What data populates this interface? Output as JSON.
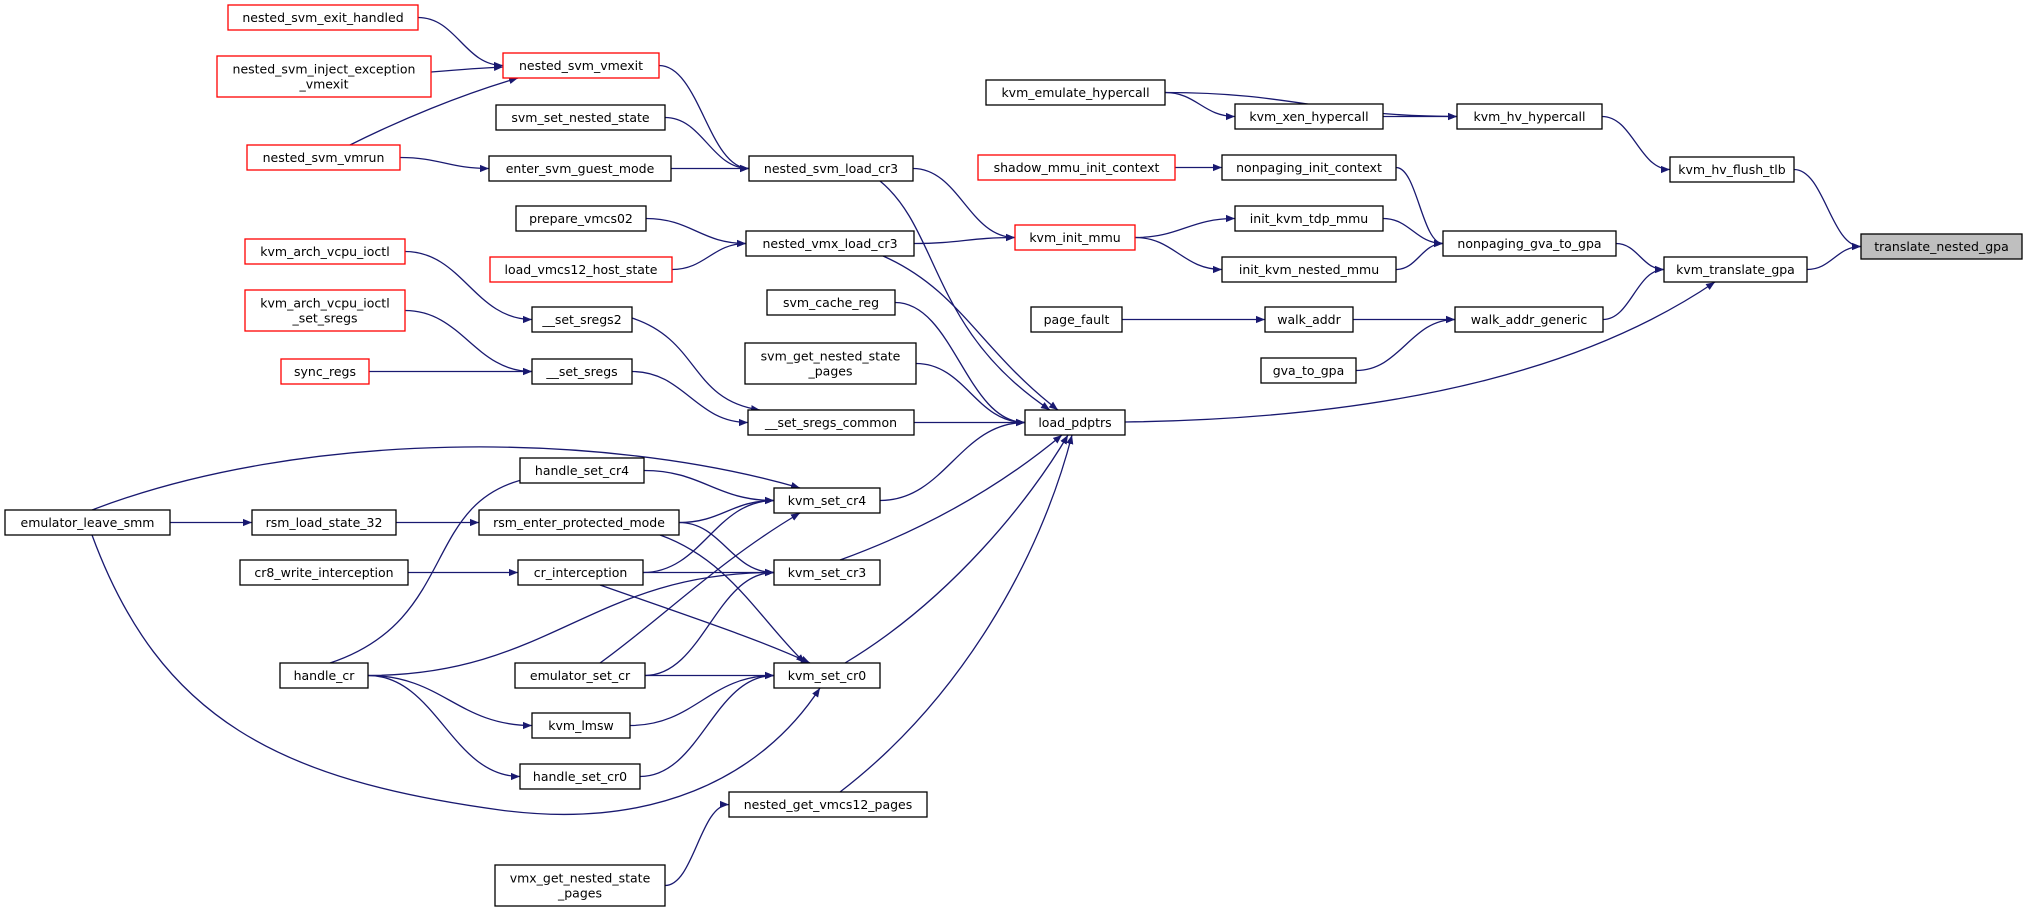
{
  "colors": {
    "edge": "#191970",
    "box_border": "#000000",
    "box_truncated": "#ff0000",
    "focus_fill": "#bfbfbf"
  },
  "nodes": [
    {
      "id": "translate_nested_gpa",
      "lines": [
        "translate_nested_gpa"
      ],
      "style": "focus"
    },
    {
      "id": "kvm_hv_flush_tlb",
      "lines": [
        "kvm_hv_flush_tlb"
      ],
      "style": "normal"
    },
    {
      "id": "kvm_translate_gpa",
      "lines": [
        "kvm_translate_gpa"
      ],
      "style": "normal"
    },
    {
      "id": "kvm_hv_hypercall",
      "lines": [
        "kvm_hv_hypercall"
      ],
      "style": "normal"
    },
    {
      "id": "kvm_emulate_hypercall",
      "lines": [
        "kvm_emulate_hypercall"
      ],
      "style": "normal"
    },
    {
      "id": "kvm_xen_hypercall",
      "lines": [
        "kvm_xen_hypercall"
      ],
      "style": "normal"
    },
    {
      "id": "nonpaging_gva_to_gpa",
      "lines": [
        "nonpaging_gva_to_gpa"
      ],
      "style": "normal"
    },
    {
      "id": "nonpaging_init_context",
      "lines": [
        "nonpaging_init_context"
      ],
      "style": "normal"
    },
    {
      "id": "shadow_mmu_init_context",
      "lines": [
        "shadow_mmu_init_context"
      ],
      "style": "red"
    },
    {
      "id": "init_kvm_tdp_mmu",
      "lines": [
        "init_kvm_tdp_mmu"
      ],
      "style": "normal"
    },
    {
      "id": "init_kvm_nested_mmu",
      "lines": [
        "init_kvm_nested_mmu"
      ],
      "style": "normal"
    },
    {
      "id": "kvm_init_mmu",
      "lines": [
        "kvm_init_mmu"
      ],
      "style": "red"
    },
    {
      "id": "nested_svm_load_cr3",
      "lines": [
        "nested_svm_load_cr3"
      ],
      "style": "normal"
    },
    {
      "id": "nested_vmx_load_cr3",
      "lines": [
        "nested_vmx_load_cr3"
      ],
      "style": "normal"
    },
    {
      "id": "nested_svm_vmexit",
      "lines": [
        "nested_svm_vmexit"
      ],
      "style": "red"
    },
    {
      "id": "nested_svm_exit_handled",
      "lines": [
        "nested_svm_exit_handled"
      ],
      "style": "red"
    },
    {
      "id": "nested_svm_inject_exception_vmexit",
      "lines": [
        "nested_svm_inject_exception",
        "_vmexit"
      ],
      "style": "red"
    },
    {
      "id": "nested_svm_vmrun",
      "lines": [
        "nested_svm_vmrun"
      ],
      "style": "red"
    },
    {
      "id": "svm_set_nested_state",
      "lines": [
        "svm_set_nested_state"
      ],
      "style": "normal"
    },
    {
      "id": "enter_svm_guest_mode",
      "lines": [
        "enter_svm_guest_mode"
      ],
      "style": "normal"
    },
    {
      "id": "prepare_vmcs02",
      "lines": [
        "prepare_vmcs02"
      ],
      "style": "normal"
    },
    {
      "id": "load_vmcs12_host_state",
      "lines": [
        "load_vmcs12_host_state"
      ],
      "style": "red"
    },
    {
      "id": "walk_addr_generic",
      "lines": [
        "walk_addr_generic"
      ],
      "style": "normal"
    },
    {
      "id": "walk_addr",
      "lines": [
        "walk_addr"
      ],
      "style": "normal"
    },
    {
      "id": "page_fault",
      "lines": [
        "page_fault"
      ],
      "style": "normal"
    },
    {
      "id": "gva_to_gpa",
      "lines": [
        "gva_to_gpa"
      ],
      "style": "normal"
    },
    {
      "id": "load_pdptrs",
      "lines": [
        "load_pdptrs"
      ],
      "style": "normal"
    },
    {
      "id": "svm_cache_reg",
      "lines": [
        "svm_cache_reg"
      ],
      "style": "normal"
    },
    {
      "id": "svm_get_nested_state_pages",
      "lines": [
        "svm_get_nested_state",
        "_pages"
      ],
      "style": "normal"
    },
    {
      "id": "__set_sregs_common",
      "lines": [
        "__set_sregs_common"
      ],
      "style": "normal"
    },
    {
      "id": "__set_sregs2",
      "lines": [
        "__set_sregs2"
      ],
      "style": "normal"
    },
    {
      "id": "__set_sregs",
      "lines": [
        "__set_sregs"
      ],
      "style": "normal"
    },
    {
      "id": "kvm_arch_vcpu_ioctl",
      "lines": [
        "kvm_arch_vcpu_ioctl"
      ],
      "style": "red"
    },
    {
      "id": "kvm_arch_vcpu_ioctl_set_sregs",
      "lines": [
        "kvm_arch_vcpu_ioctl",
        "_set_sregs"
      ],
      "style": "red"
    },
    {
      "id": "sync_regs",
      "lines": [
        "sync_regs"
      ],
      "style": "red"
    },
    {
      "id": "kvm_set_cr4",
      "lines": [
        "kvm_set_cr4"
      ],
      "style": "normal"
    },
    {
      "id": "kvm_set_cr3",
      "lines": [
        "kvm_set_cr3"
      ],
      "style": "normal"
    },
    {
      "id": "kvm_set_cr0",
      "lines": [
        "kvm_set_cr0"
      ],
      "style": "normal"
    },
    {
      "id": "handle_set_cr4",
      "lines": [
        "handle_set_cr4"
      ],
      "style": "normal"
    },
    {
      "id": "rsm_enter_protected_mode",
      "lines": [
        "rsm_enter_protected_mode"
      ],
      "style": "normal"
    },
    {
      "id": "cr_interception",
      "lines": [
        "cr_interception"
      ],
      "style": "normal"
    },
    {
      "id": "emulator_set_cr",
      "lines": [
        "emulator_set_cr"
      ],
      "style": "normal"
    },
    {
      "id": "kvm_lmsw",
      "lines": [
        "kvm_lmsw"
      ],
      "style": "normal"
    },
    {
      "id": "handle_set_cr0",
      "lines": [
        "handle_set_cr0"
      ],
      "style": "normal"
    },
    {
      "id": "handle_cr",
      "lines": [
        "handle_cr"
      ],
      "style": "normal"
    },
    {
      "id": "cr8_write_interception",
      "lines": [
        "cr8_write_interception"
      ],
      "style": "normal"
    },
    {
      "id": "rsm_load_state_32",
      "lines": [
        "rsm_load_state_32"
      ],
      "style": "normal"
    },
    {
      "id": "emulator_leave_smm",
      "lines": [
        "emulator_leave_smm"
      ],
      "style": "normal"
    },
    {
      "id": "nested_get_vmcs12_pages",
      "lines": [
        "nested_get_vmcs12_pages"
      ],
      "style": "normal"
    },
    {
      "id": "vmx_get_nested_state_pages",
      "lines": [
        "vmx_get_nested_state",
        "_pages"
      ],
      "style": "normal"
    }
  ],
  "edges": [
    {
      "from": "kvm_hv_flush_tlb",
      "to": "translate_nested_gpa"
    },
    {
      "from": "kvm_translate_gpa",
      "to": "translate_nested_gpa"
    },
    {
      "from": "kvm_hv_hypercall",
      "to": "kvm_hv_flush_tlb"
    },
    {
      "from": "kvm_emulate_hypercall",
      "to": "kvm_hv_hypercall"
    },
    {
      "from": "kvm_xen_hypercall",
      "to": "kvm_hv_hypercall"
    },
    {
      "from": "kvm_emulate_hypercall",
      "to": "kvm_xen_hypercall"
    },
    {
      "from": "nonpaging_gva_to_gpa",
      "to": "kvm_translate_gpa"
    },
    {
      "from": "walk_addr_generic",
      "to": "kvm_translate_gpa"
    },
    {
      "from": "load_pdptrs",
      "to": "kvm_translate_gpa"
    },
    {
      "from": "nonpaging_init_context",
      "to": "nonpaging_gva_to_gpa"
    },
    {
      "from": "init_kvm_tdp_mmu",
      "to": "nonpaging_gva_to_gpa"
    },
    {
      "from": "init_kvm_nested_mmu",
      "to": "nonpaging_gva_to_gpa"
    },
    {
      "from": "shadow_mmu_init_context",
      "to": "nonpaging_init_context"
    },
    {
      "from": "kvm_init_mmu",
      "to": "init_kvm_tdp_mmu"
    },
    {
      "from": "kvm_init_mmu",
      "to": "init_kvm_nested_mmu"
    },
    {
      "from": "nested_svm_load_cr3",
      "to": "kvm_init_mmu"
    },
    {
      "from": "nested_vmx_load_cr3",
      "to": "kvm_init_mmu"
    },
    {
      "from": "nested_svm_vmexit",
      "to": "nested_svm_load_cr3"
    },
    {
      "from": "svm_set_nested_state",
      "to": "nested_svm_load_cr3"
    },
    {
      "from": "enter_svm_guest_mode",
      "to": "nested_svm_load_cr3"
    },
    {
      "from": "nested_svm_exit_handled",
      "to": "nested_svm_vmexit"
    },
    {
      "from": "nested_svm_inject_exception_vmexit",
      "to": "nested_svm_vmexit"
    },
    {
      "from": "nested_svm_vmrun",
      "to": "nested_svm_vmexit"
    },
    {
      "from": "nested_svm_vmrun",
      "to": "enter_svm_guest_mode"
    },
    {
      "from": "prepare_vmcs02",
      "to": "nested_vmx_load_cr3"
    },
    {
      "from": "load_vmcs12_host_state",
      "to": "nested_vmx_load_cr3"
    },
    {
      "from": "walk_addr",
      "to": "walk_addr_generic"
    },
    {
      "from": "gva_to_gpa",
      "to": "walk_addr_generic"
    },
    {
      "from": "page_fault",
      "to": "walk_addr"
    },
    {
      "from": "nested_svm_load_cr3",
      "to": "load_pdptrs"
    },
    {
      "from": "nested_vmx_load_cr3",
      "to": "load_pdptrs"
    },
    {
      "from": "svm_cache_reg",
      "to": "load_pdptrs"
    },
    {
      "from": "svm_get_nested_state_pages",
      "to": "load_pdptrs"
    },
    {
      "from": "__set_sregs_common",
      "to": "load_pdptrs"
    },
    {
      "from": "kvm_set_cr4",
      "to": "load_pdptrs"
    },
    {
      "from": "kvm_set_cr3",
      "to": "load_pdptrs"
    },
    {
      "from": "kvm_set_cr0",
      "to": "load_pdptrs"
    },
    {
      "from": "nested_get_vmcs12_pages",
      "to": "load_pdptrs"
    },
    {
      "from": "__set_sregs2",
      "to": "__set_sregs_common"
    },
    {
      "from": "__set_sregs",
      "to": "__set_sregs_common"
    },
    {
      "from": "kvm_arch_vcpu_ioctl",
      "to": "__set_sregs2"
    },
    {
      "from": "kvm_arch_vcpu_ioctl_set_sregs",
      "to": "__set_sregs"
    },
    {
      "from": "sync_regs",
      "to": "__set_sregs"
    },
    {
      "from": "handle_set_cr4",
      "to": "kvm_set_cr4"
    },
    {
      "from": "rsm_enter_protected_mode",
      "to": "kvm_set_cr4"
    },
    {
      "from": "cr_interception",
      "to": "kvm_set_cr4"
    },
    {
      "from": "emulator_set_cr",
      "to": "kvm_set_cr4"
    },
    {
      "from": "emulator_leave_smm",
      "to": "kvm_set_cr4"
    },
    {
      "from": "rsm_enter_protected_mode",
      "to": "kvm_set_cr3"
    },
    {
      "from": "cr_interception",
      "to": "kvm_set_cr3"
    },
    {
      "from": "emulator_set_cr",
      "to": "kvm_set_cr3"
    },
    {
      "from": "handle_cr",
      "to": "kvm_set_cr3"
    },
    {
      "from": "rsm_enter_protected_mode",
      "to": "kvm_set_cr0"
    },
    {
      "from": "cr_interception",
      "to": "kvm_set_cr0"
    },
    {
      "from": "emulator_set_cr",
      "to": "kvm_set_cr0"
    },
    {
      "from": "kvm_lmsw",
      "to": "kvm_set_cr0"
    },
    {
      "from": "handle_set_cr0",
      "to": "kvm_set_cr0"
    },
    {
      "from": "emulator_leave_smm",
      "to": "kvm_set_cr0"
    },
    {
      "from": "handle_cr",
      "to": "handle_set_cr4"
    },
    {
      "from": "handle_cr",
      "to": "kvm_lmsw"
    },
    {
      "from": "handle_cr",
      "to": "handle_set_cr0"
    },
    {
      "from": "cr8_write_interception",
      "to": "cr_interception"
    },
    {
      "from": "rsm_load_state_32",
      "to": "rsm_enter_protected_mode"
    },
    {
      "from": "emulator_leave_smm",
      "to": "rsm_load_state_32"
    },
    {
      "from": "vmx_get_nested_state_pages",
      "to": "nested_get_vmcs12_pages"
    }
  ]
}
